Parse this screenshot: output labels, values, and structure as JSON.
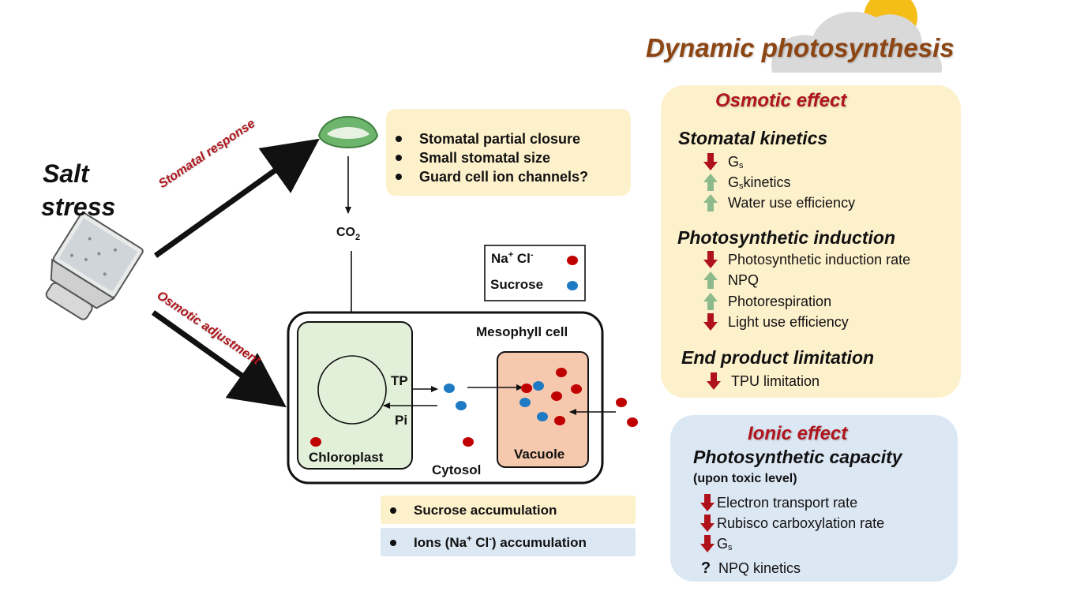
{
  "header": {
    "title": "Dynamic photosynthesis"
  },
  "left": {
    "salt_line1": "Salt",
    "salt_line2": "stress"
  },
  "pathways": {
    "stomatal": "Stomatal response",
    "osmotic": "Osmotic adjustment"
  },
  "stomata_box": {
    "bullets": [
      "Stomatal partial closure",
      "Small stomatal size",
      "Guard cell ion channels?"
    ]
  },
  "co2": {
    "text": "CO",
    "sub": "2"
  },
  "legend": {
    "ions_base": "Na",
    "ions_sup1": "+",
    "ions_mid": " Cl",
    "ions_sup2": "-",
    "sucrose": "Sucrose",
    "ion_color": "#c00000",
    "sucrose_color": "#1f7ac4"
  },
  "cell": {
    "mesophyll": "Mesophyll cell",
    "chloroplast": "Chloroplast",
    "cytosol": "Cytosol",
    "vacuole": "Vacuole",
    "tp": "TP",
    "pi": "Pi"
  },
  "accumulation": {
    "sucrose": "Sucrose accumulation",
    "ions_pre": "Ions (Na",
    "ions_sup1": "+",
    "ions_mid": " Cl",
    "ions_sup2": "-",
    "ions_post": ") accumulation"
  },
  "osmotic": {
    "title": "Osmotic effect",
    "stomatal_kinetics": {
      "title": "Stomatal kinetics",
      "items": [
        {
          "dir": "down",
          "text": "G",
          "sub": "s",
          "rest": ""
        },
        {
          "dir": "up",
          "text": "G",
          "sub": "s",
          "rest": " kinetics"
        },
        {
          "dir": "up",
          "text": "Water use efficiency",
          "sub": "",
          "rest": ""
        }
      ]
    },
    "induction": {
      "title": "Photosynthetic induction",
      "items": [
        {
          "dir": "down",
          "text": "Photosynthetic induction rate"
        },
        {
          "dir": "up",
          "text": "NPQ"
        },
        {
          "dir": "up",
          "text": "Photorespiration"
        },
        {
          "dir": "down",
          "text": "Light use efficiency"
        }
      ]
    },
    "end_product": {
      "title": "End product limitation",
      "items": [
        {
          "dir": "down",
          "text": "TPU limitation"
        }
      ]
    }
  },
  "ionic": {
    "title": "Ionic effect",
    "capacity_title": "Photosynthetic capacity",
    "capacity_note": "(upon toxic level)",
    "items": [
      {
        "dir": "down",
        "text": "Electron transport rate",
        "sub": ""
      },
      {
        "dir": "down",
        "text": "Rubisco carboxylation rate",
        "sub": ""
      },
      {
        "dir": "down",
        "text": "G",
        "sub": "s"
      },
      {
        "dir": "q",
        "symbol": "?",
        "text": "NPQ kinetics",
        "sub": ""
      }
    ]
  },
  "colors": {
    "yellow_box": "#fdf1cc",
    "blue_box": "#dce7f4",
    "chloroplast": "#e2efd9",
    "vacuole": "#f6c9ae",
    "title_brown": "#8c4513",
    "effect_red": "#b0151c"
  }
}
